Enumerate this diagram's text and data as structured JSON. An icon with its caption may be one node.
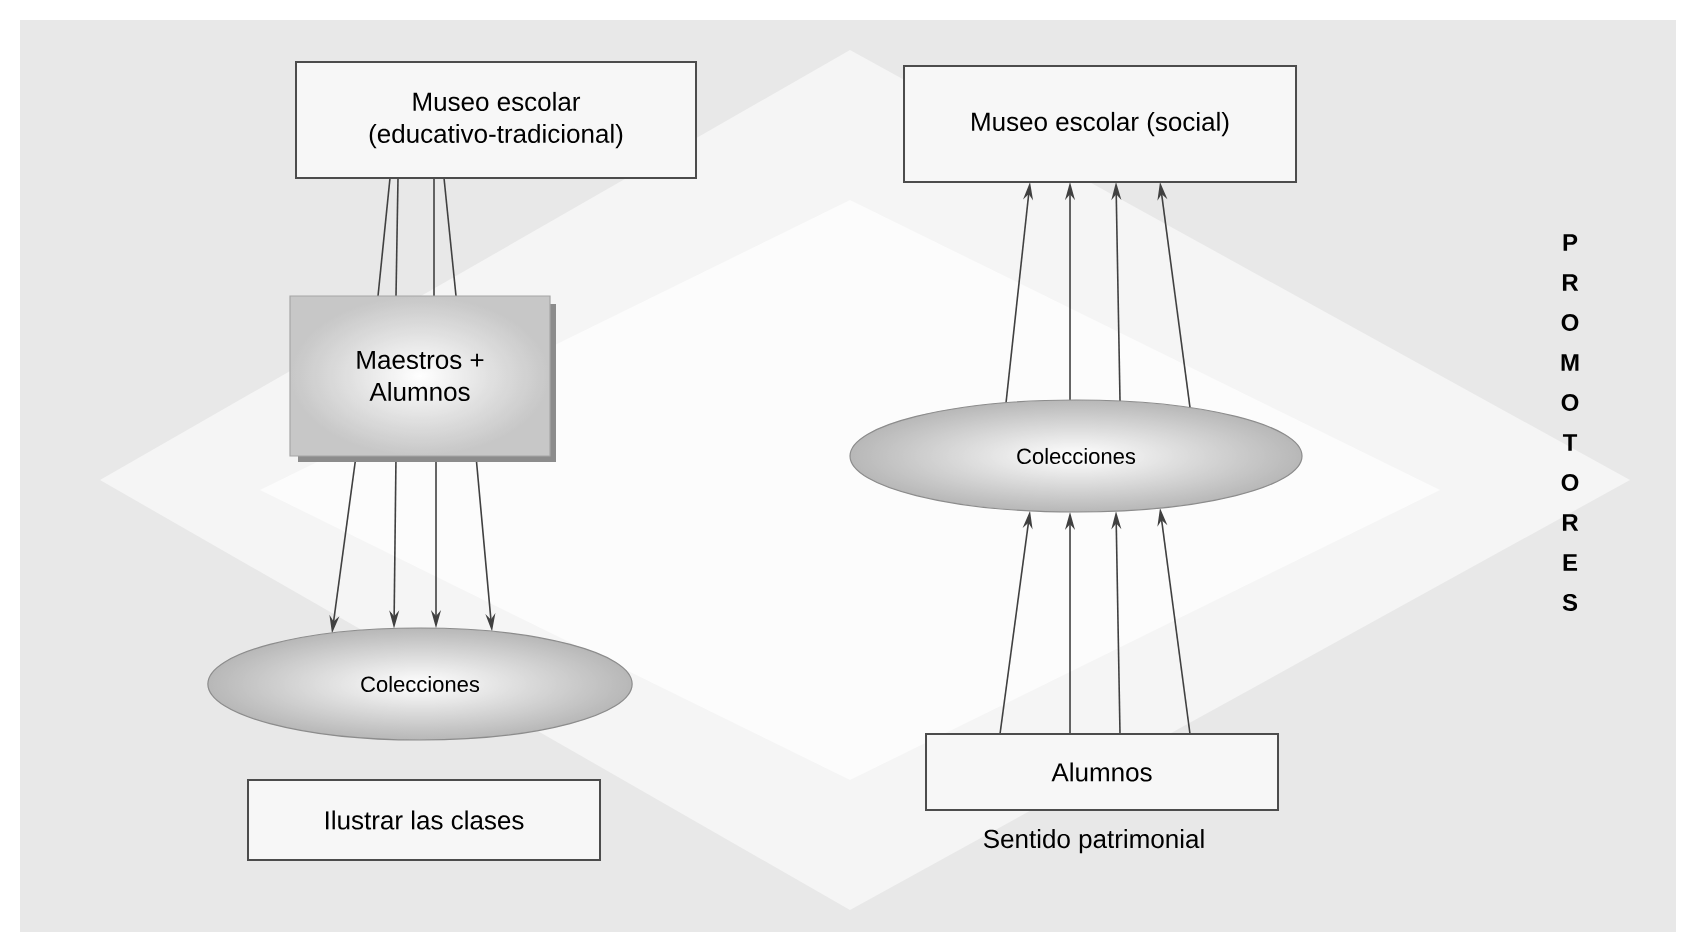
{
  "diagram": {
    "nodes": [
      {
        "text": [
          "Museo escolar (educativo-tradicional)"
        ]
      },
      {
        "text": [
          "Maestros + Alumnos"
        ]
      },
      {
        "text": [
          "Colecciones"
        ]
      },
      {
        "text": [
          "Ilustrar las clases"
        ]
      },
      {
        "text": [
          "Museo escolar (social)"
        ]
      },
      {
        "text": [
          "Colecciones"
        ]
      },
      {
        "text": [
          "Alumnos"
        ],
        "beside": [
          "Sentido patrimonial"
        ]
      }
    ],
    "edges": [
      {
        "from": 0,
        "to": 1,
        "arrow": "none"
      },
      {
        "from": 0,
        "to": 1,
        "arrow": "none"
      },
      {
        "from": 0,
        "to": 1,
        "arrow": "none"
      },
      {
        "from": 0,
        "to": 1,
        "arrow": "none"
      },
      {
        "from": 1,
        "to": 2,
        "arrow": "to"
      },
      {
        "from": 1,
        "to": 2,
        "arrow": "to"
      },
      {
        "from": 1,
        "to": 2,
        "arrow": "to"
      },
      {
        "from": 1,
        "to": 2,
        "arrow": "to"
      },
      {
        "from": 5,
        "to": 4,
        "arrow": "to"
      },
      {
        "from": 5,
        "to": 4,
        "arrow": "to"
      },
      {
        "from": 5,
        "to": 4,
        "arrow": "to"
      },
      {
        "from": 5,
        "to": 4,
        "arrow": "to"
      },
      {
        "from": 6,
        "to": 5,
        "arrow": "to"
      },
      {
        "from": 6,
        "to": 5,
        "arrow": "to"
      },
      {
        "from": 6,
        "to": 5,
        "arrow": "to"
      },
      {
        "from": 6,
        "to": 5,
        "arrow": "to"
      }
    ],
    "labels": [
      "PROMOTORES"
    ]
  }
}
